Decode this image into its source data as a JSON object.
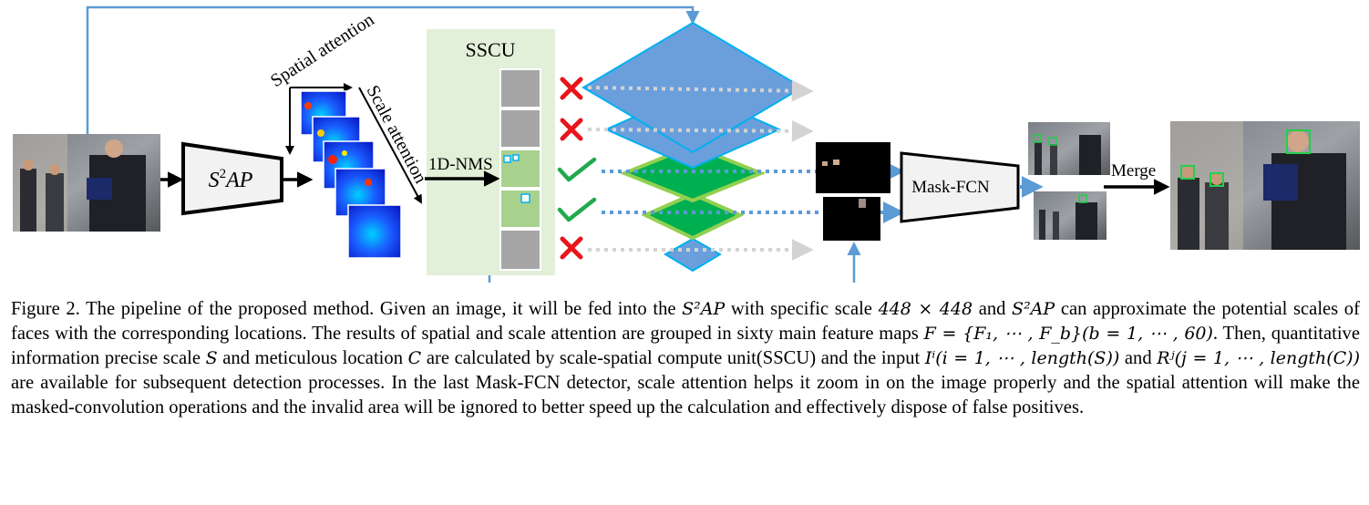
{
  "diagram": {
    "labels": {
      "s2ap_main": "S",
      "s2ap_sup": "2",
      "s2ap_tail": "AP",
      "spatial_attention": "Spatial attention",
      "scale_attention": "Scale attention",
      "sscu": "SSCU",
      "nms": "1D-NMS",
      "mask_fcn": "Mask-FCN",
      "merge": "Merge"
    },
    "colors": {
      "accent_blue": "#5b9bd5",
      "diamond_blue": "#6a9fdc",
      "diamond_green": "#22b357",
      "sscu_panel": "#e2efd9",
      "reject_red": "#e8141c",
      "accept_green": "#21a94d"
    },
    "sscu_cells": [
      "reject",
      "reject",
      "accept",
      "accept",
      "reject"
    ]
  },
  "caption": {
    "figure_label": "Figure 2.",
    "lines": [
      "The pipeline of the proposed method. Given an image, it will be fed into the",
      "with specific scale",
      "and",
      "can approximate the potential scales of faces with the corresponding locations. The results of spatial and scale attention are grouped in sixty main feature maps",
      ". Then, quantitative information precise scale",
      "and meticulous location",
      "are calculated by scale-spatial compute unit(SSCU) and the input",
      "and",
      "are available for subsequent detection processes. In the last Mask-FCN detector, scale attention helps it zoom in on the image properly and the spatial attention will make the masked-convolution operations and the invalid area will be ignored to better speed up the calculation and effectively dispose of false positives."
    ],
    "math": {
      "s2ap_a": "S²AP",
      "scale": "448 × 448",
      "s2ap_b": "S²AP",
      "feature_set": "F = {F₁, ⋯ , F_b}(b = 1, ⋯ , 60)",
      "S": "S",
      "C": "C",
      "input_i": "Iⁱ(i = 1, ⋯ , length(S))",
      "input_r": "Rʲ(j = 1, ⋯ , length(C))"
    }
  }
}
